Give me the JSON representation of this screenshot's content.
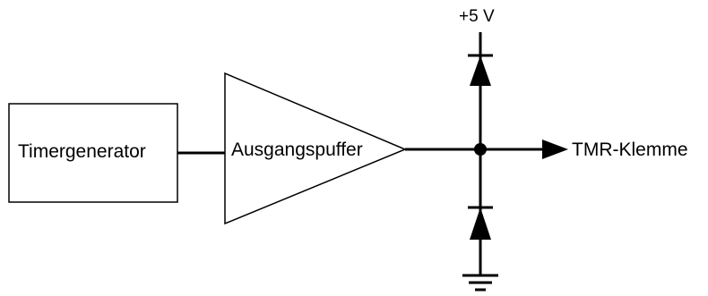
{
  "blocks": {
    "timer_generator": "Timergenerator",
    "output_buffer": "Ausgangspuffer"
  },
  "supply_label": "+5 V",
  "output_label": "TMR-Klemme",
  "colors": {
    "line": "#000000",
    "background": "#ffffff"
  }
}
